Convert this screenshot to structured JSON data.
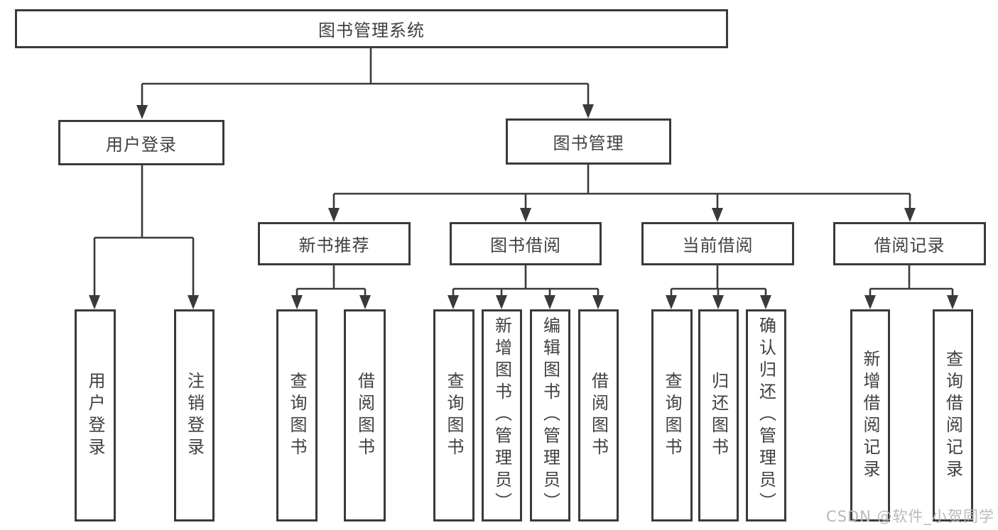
{
  "title": "图书管理系统",
  "watermark": "CSDN @软件_小贺同学",
  "colors": {
    "line": "#3a3a3a",
    "text": "#404040",
    "box_background": "#ffffff",
    "watermark": "#b9b9b9",
    "page_background": "#ffffff"
  },
  "nodes": {
    "root": "图书管理系统",
    "l2": {
      "user_login": "用户登录",
      "book_mgmt": "图书管理"
    },
    "l3": {
      "new_book": "新书推荐",
      "book_borrow": "图书借阅",
      "current_borrow": "当前借阅",
      "borrow_record": "借阅记录"
    },
    "leaves": {
      "user_login": "用户登录",
      "logout": "注销登录",
      "nbr_query": "查询图书",
      "nbr_borrow": "借阅图书",
      "bb_query": "查询图书",
      "bb_add": "新增图书（管理员）",
      "bb_edit": "编辑图书（管理员）",
      "bb_borrow": "借阅图书",
      "cb_query": "查询图书",
      "cb_return": "归还图书",
      "cb_confirm": "确认归还（管理员）",
      "br_add": "新增借阅记录",
      "br_query": "查询借阅记录"
    }
  },
  "hierarchy": {
    "图书管理系统": {
      "用户登录": [
        "用户登录",
        "注销登录"
      ],
      "图书管理": {
        "新书推荐": [
          "查询图书",
          "借阅图书"
        ],
        "图书借阅": [
          "查询图书",
          "新增图书（管理员）",
          "编辑图书（管理员）",
          "借阅图书"
        ],
        "当前借阅": [
          "查询图书",
          "归还图书",
          "确认归还（管理员）"
        ],
        "借阅记录": [
          "新增借阅记录",
          "查询借阅记录"
        ]
      }
    }
  }
}
